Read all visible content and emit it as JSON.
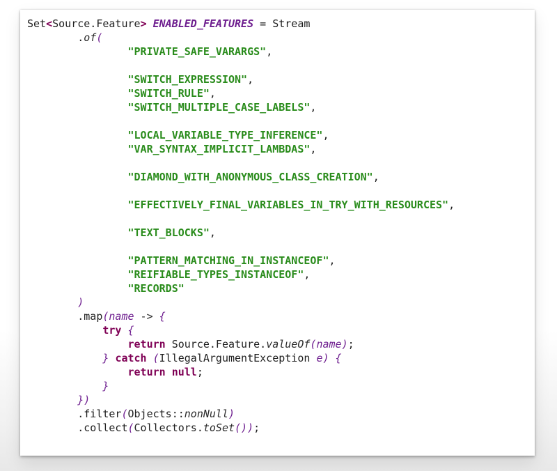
{
  "code": {
    "lines": [
      {
        "indent": "",
        "tokens": [
          {
            "t": "Set",
            "c": "plain"
          },
          {
            "t": "<",
            "c": "kw"
          },
          {
            "t": "Source.Feature",
            "c": "plain"
          },
          {
            "t": ">",
            "c": "kw"
          },
          {
            "t": " ",
            "c": "plain"
          },
          {
            "t": "ENABLED_FEATURES",
            "c": "field"
          },
          {
            "t": " = Stream",
            "c": "plain"
          }
        ]
      },
      {
        "indent": "        ",
        "tokens": [
          {
            "t": ".",
            "c": "plain"
          },
          {
            "t": "of",
            "c": "method"
          },
          {
            "t": "(",
            "c": "paren"
          }
        ]
      },
      {
        "indent": "                ",
        "tokens": [
          {
            "t": "\"PRIVATE_SAFE_VARARGS\"",
            "c": "str"
          },
          {
            "t": ",",
            "c": "plain"
          }
        ]
      },
      {
        "indent": "",
        "tokens": []
      },
      {
        "indent": "                ",
        "tokens": [
          {
            "t": "\"SWITCH_EXPRESSION\"",
            "c": "str"
          },
          {
            "t": ",",
            "c": "plain"
          }
        ]
      },
      {
        "indent": "                ",
        "tokens": [
          {
            "t": "\"SWITCH_RULE\"",
            "c": "str"
          },
          {
            "t": ",",
            "c": "plain"
          }
        ]
      },
      {
        "indent": "                ",
        "tokens": [
          {
            "t": "\"SWITCH_MULTIPLE_CASE_LABELS\"",
            "c": "str"
          },
          {
            "t": ",",
            "c": "plain"
          }
        ]
      },
      {
        "indent": "",
        "tokens": []
      },
      {
        "indent": "                ",
        "tokens": [
          {
            "t": "\"LOCAL_VARIABLE_TYPE_INFERENCE\"",
            "c": "str"
          },
          {
            "t": ",",
            "c": "plain"
          }
        ]
      },
      {
        "indent": "                ",
        "tokens": [
          {
            "t": "\"VAR_SYNTAX_IMPLICIT_LAMBDAS\"",
            "c": "str"
          },
          {
            "t": ",",
            "c": "plain"
          }
        ]
      },
      {
        "indent": "",
        "tokens": []
      },
      {
        "indent": "                ",
        "tokens": [
          {
            "t": "\"DIAMOND_WITH_ANONYMOUS_CLASS_CREATION\"",
            "c": "str"
          },
          {
            "t": ",",
            "c": "plain"
          }
        ]
      },
      {
        "indent": "",
        "tokens": []
      },
      {
        "indent": "                ",
        "tokens": [
          {
            "t": "\"EFFECTIVELY_FINAL_VARIABLES_IN_TRY_WITH_RESOURCES\"",
            "c": "str"
          },
          {
            "t": ",",
            "c": "plain"
          }
        ]
      },
      {
        "indent": "",
        "tokens": []
      },
      {
        "indent": "                ",
        "tokens": [
          {
            "t": "\"TEXT_BLOCKS\"",
            "c": "str"
          },
          {
            "t": ",",
            "c": "plain"
          }
        ]
      },
      {
        "indent": "",
        "tokens": []
      },
      {
        "indent": "                ",
        "tokens": [
          {
            "t": "\"PATTERN_MATCHING_IN_INSTANCEOF\"",
            "c": "str"
          },
          {
            "t": ",",
            "c": "plain"
          }
        ]
      },
      {
        "indent": "                ",
        "tokens": [
          {
            "t": "\"REIFIABLE_TYPES_INSTANCEOF\"",
            "c": "str"
          },
          {
            "t": ",",
            "c": "plain"
          }
        ]
      },
      {
        "indent": "                ",
        "tokens": [
          {
            "t": "\"RECORDS\"",
            "c": "str"
          }
        ]
      },
      {
        "indent": "        ",
        "tokens": [
          {
            "t": ")",
            "c": "paren"
          }
        ]
      },
      {
        "indent": "        ",
        "tokens": [
          {
            "t": ".map",
            "c": "plain"
          },
          {
            "t": "(",
            "c": "paren"
          },
          {
            "t": "name",
            "c": "var"
          },
          {
            "t": " -> ",
            "c": "op"
          },
          {
            "t": "{",
            "c": "paren"
          }
        ]
      },
      {
        "indent": "            ",
        "tokens": [
          {
            "t": "try",
            "c": "kw"
          },
          {
            "t": " ",
            "c": "plain"
          },
          {
            "t": "{",
            "c": "paren"
          }
        ]
      },
      {
        "indent": "                ",
        "tokens": [
          {
            "t": "return",
            "c": "kw"
          },
          {
            "t": " Source.Feature.",
            "c": "plain"
          },
          {
            "t": "valueOf",
            "c": "method"
          },
          {
            "t": "(",
            "c": "paren"
          },
          {
            "t": "name",
            "c": "var"
          },
          {
            "t": ")",
            "c": "paren"
          },
          {
            "t": ";",
            "c": "plain"
          }
        ]
      },
      {
        "indent": "            ",
        "tokens": [
          {
            "t": "}",
            "c": "paren"
          },
          {
            "t": " ",
            "c": "plain"
          },
          {
            "t": "catch",
            "c": "kw"
          },
          {
            "t": " ",
            "c": "plain"
          },
          {
            "t": "(",
            "c": "paren"
          },
          {
            "t": "IllegalArgumentException ",
            "c": "plain"
          },
          {
            "t": "e",
            "c": "var"
          },
          {
            "t": ")",
            "c": "paren"
          },
          {
            "t": " ",
            "c": "plain"
          },
          {
            "t": "{",
            "c": "paren"
          }
        ]
      },
      {
        "indent": "                ",
        "tokens": [
          {
            "t": "return",
            "c": "kw"
          },
          {
            "t": " ",
            "c": "plain"
          },
          {
            "t": "null",
            "c": "kw"
          },
          {
            "t": ";",
            "c": "plain"
          }
        ]
      },
      {
        "indent": "            ",
        "tokens": [
          {
            "t": "}",
            "c": "paren"
          }
        ]
      },
      {
        "indent": "        ",
        "tokens": [
          {
            "t": "})",
            "c": "paren"
          }
        ]
      },
      {
        "indent": "        ",
        "tokens": [
          {
            "t": ".filter",
            "c": "plain"
          },
          {
            "t": "(",
            "c": "paren"
          },
          {
            "t": "Objects::",
            "c": "plain"
          },
          {
            "t": "nonNull",
            "c": "method"
          },
          {
            "t": ")",
            "c": "paren"
          }
        ]
      },
      {
        "indent": "        ",
        "tokens": [
          {
            "t": ".collect",
            "c": "plain"
          },
          {
            "t": "(",
            "c": "paren"
          },
          {
            "t": "Collectors.",
            "c": "plain"
          },
          {
            "t": "toSet",
            "c": "method"
          },
          {
            "t": "())",
            "c": "paren"
          },
          {
            "t": ";",
            "c": "plain"
          }
        ]
      }
    ]
  },
  "colors": {
    "keyword": "#7f0055",
    "string": "#2a8c1c",
    "field": "#6e1e8f",
    "plain": "#1e1e1e",
    "background": "#ffffff"
  }
}
